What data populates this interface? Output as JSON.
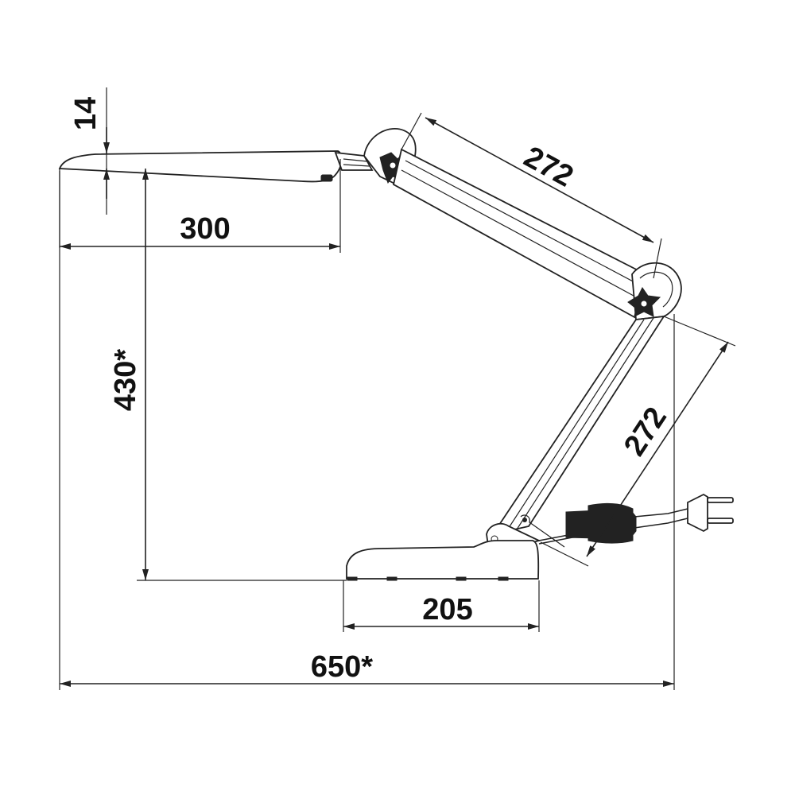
{
  "dimensions": {
    "head_thickness": "14",
    "head_length": "300",
    "upper_arm": "272",
    "lower_arm": "272",
    "height": "430*",
    "base_length": "205",
    "total_width": "650*"
  }
}
